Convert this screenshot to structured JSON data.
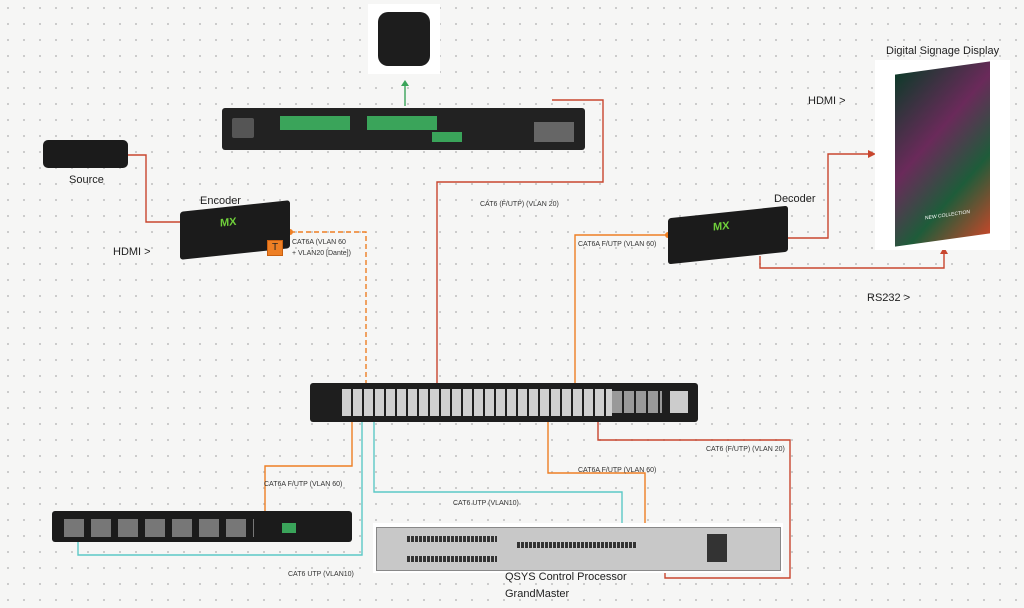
{
  "devices": {
    "source": {
      "label": "Source"
    },
    "encoder": {
      "label": "Encoder",
      "badge": "T",
      "brand": "MX"
    },
    "decoder": {
      "label": "Decoder",
      "brand": "MX"
    },
    "display": {
      "title": "Digital Signage Display",
      "screen_text": "NEW COLLECTION"
    },
    "qsys": {
      "line1": "QSYS Control Processor",
      "line2": "GrandMaster"
    }
  },
  "labels": {
    "hdmi_source": "HDMI >",
    "hdmi_display": "HDMI >",
    "rs232": "RS232 >",
    "enc_cable_1": "CAT6A (VLAN 60",
    "enc_cable_2": "+ VLAN20 [Dante])",
    "amp_cable": "CAT6 (F/UTP) (VLAN 20)",
    "dec_cable": "CAT6A F/UTP (VLAN 60)",
    "mon_cable": "CAT6A F/UTP (VLAN 60)",
    "qsys_cable_60": "CAT6A F/UTP (VLAN 60)",
    "qsys_cable_10": "CAT6 UTP (VLAN10)",
    "mon_cable_10": "CAT6 UTP (VLAN10)",
    "qsys_cable_20": "CAT6 (F/UTP) (VLAN 20)"
  },
  "colors": {
    "red": "#c8462e",
    "orange": "#ee7f24",
    "cyan": "#5cc9c6",
    "green": "#3aa45a"
  }
}
